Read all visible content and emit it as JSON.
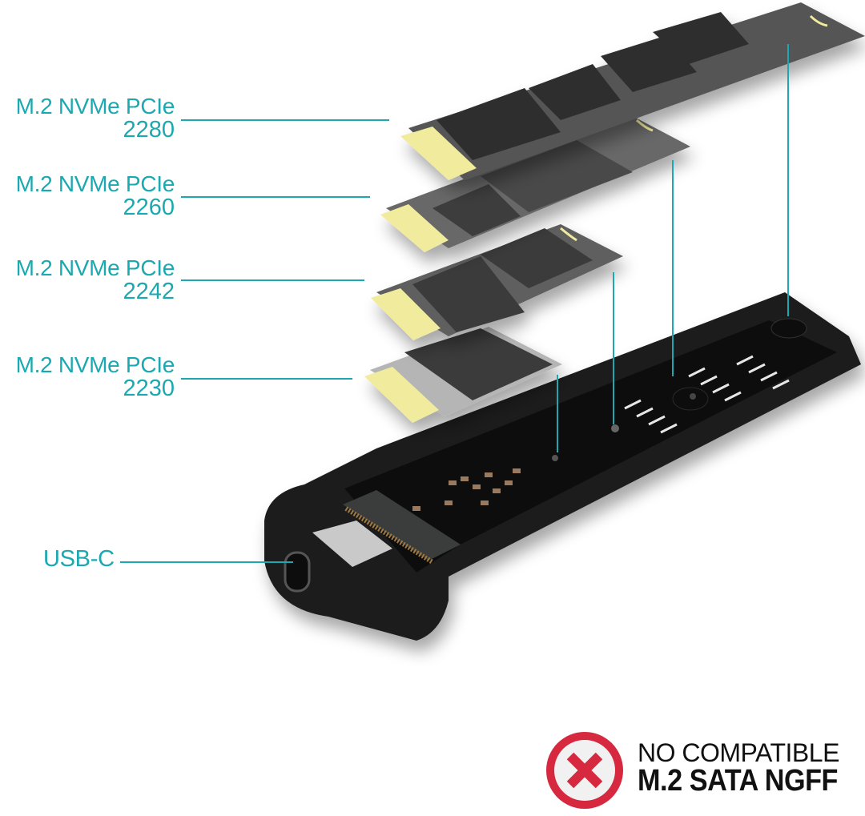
{
  "colors": {
    "accent_teal": "#1aa9b0",
    "badge_red": "#d6283f",
    "ssd_dark": "#4a4a4a",
    "ssd_chip": "#2e2e2e",
    "gold_contacts": "#f2eca0",
    "enclosure": "#1a1a1a"
  },
  "callouts": [
    {
      "line1": "M.2 NVMe PCIe",
      "line2": "2280"
    },
    {
      "line1": "M.2 NVMe PCIe",
      "line2": "2260"
    },
    {
      "line1": "M.2 NVMe PCIe",
      "line2": "2242"
    },
    {
      "line1": "M.2 NVMe PCIe",
      "line2": "2230"
    }
  ],
  "port_callout": {
    "label": "USB-C"
  },
  "incompatibility_badge": {
    "icon": "x-circle-icon",
    "line1": "NO COMPATIBLE",
    "line2": "M.2 SATA NGFF"
  }
}
